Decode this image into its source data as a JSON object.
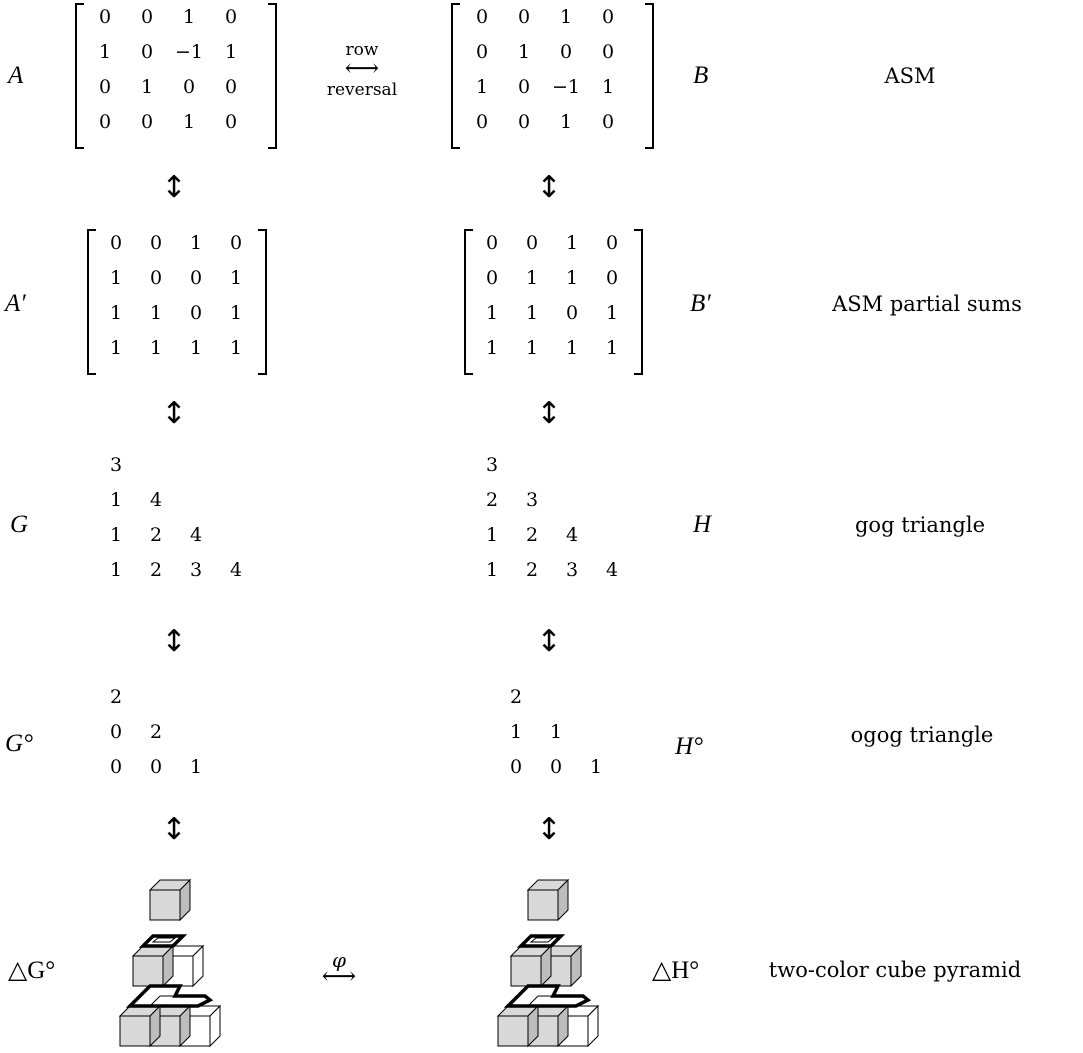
{
  "rows": [
    {
      "left_label": "A",
      "right_label": "B",
      "description": "ASM"
    },
    {
      "left_label": "A′",
      "right_label": "B′",
      "description": "ASM partial sums"
    },
    {
      "left_label": "G",
      "right_label": "H",
      "description": "gog triangle"
    },
    {
      "left_label": "G°",
      "right_label": "H°",
      "description": "ogog triangle"
    },
    {
      "left_label": "△G°",
      "right_label": "△H°",
      "description": "two-color cube pyramid"
    }
  ],
  "matrices": {
    "A": [
      [
        "0",
        "0",
        "1",
        "0"
      ],
      [
        "1",
        "0",
        "−1",
        "1"
      ],
      [
        "0",
        "1",
        "0",
        "0"
      ],
      [
        "0",
        "0",
        "1",
        "0"
      ]
    ],
    "B": [
      [
        "0",
        "0",
        "1",
        "0"
      ],
      [
        "0",
        "1",
        "0",
        "0"
      ],
      [
        "1",
        "0",
        "−1",
        "1"
      ],
      [
        "0",
        "0",
        "1",
        "0"
      ]
    ],
    "A_prime": [
      [
        "0",
        "0",
        "1",
        "0"
      ],
      [
        "1",
        "0",
        "0",
        "1"
      ],
      [
        "1",
        "1",
        "0",
        "1"
      ],
      [
        "1",
        "1",
        "1",
        "1"
      ]
    ],
    "B_prime": [
      [
        "0",
        "0",
        "1",
        "0"
      ],
      [
        "0",
        "1",
        "1",
        "0"
      ],
      [
        "1",
        "1",
        "0",
        "1"
      ],
      [
        "1",
        "1",
        "1",
        "1"
      ]
    ]
  },
  "triangles": {
    "G": [
      [
        "3"
      ],
      [
        "1",
        "4"
      ],
      [
        "1",
        "2",
        "4"
      ],
      [
        "1",
        "2",
        "3",
        "4"
      ]
    ],
    "H": [
      [
        "3"
      ],
      [
        "2",
        "3"
      ],
      [
        "1",
        "2",
        "4"
      ],
      [
        "1",
        "2",
        "3",
        "4"
      ]
    ],
    "G_circ": [
      [
        "2"
      ],
      [
        "0",
        "2"
      ],
      [
        "0",
        "0",
        "1"
      ]
    ],
    "H_circ": [
      [
        "2"
      ],
      [
        "1",
        "1"
      ],
      [
        "0",
        "0",
        "1"
      ]
    ]
  },
  "connectors": {
    "row_reversal_top": "row",
    "row_reversal_bottom": "reversal",
    "phi": "φ",
    "arrow_lr": "⟷",
    "arrow_ud": "↕"
  }
}
